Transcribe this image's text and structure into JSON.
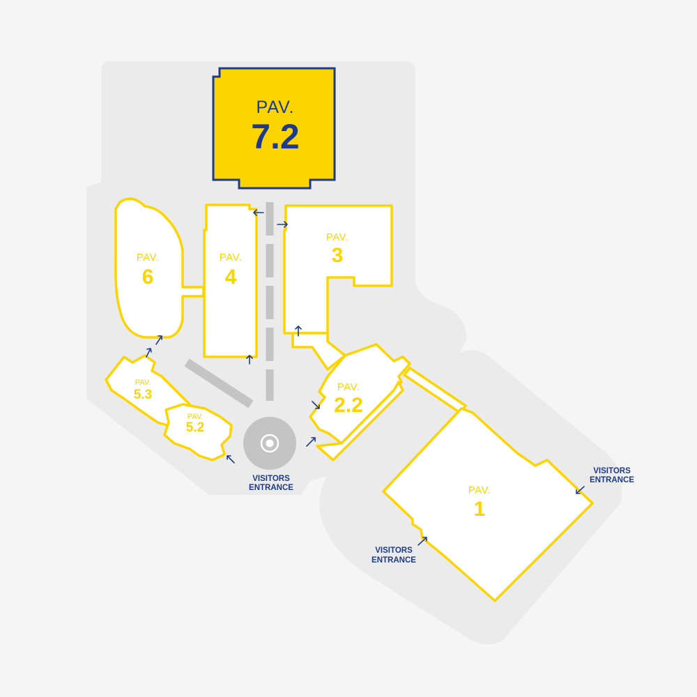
{
  "colors": {
    "background": "#f5f5f5",
    "ground": "#ebebeb",
    "path": "#c4c4c4",
    "highlight_fill": "#fcd500",
    "highlight_border": "#1e3a8a",
    "building_outline": "#fcd500",
    "text_blue": "#1e3a8a"
  },
  "pavilions": {
    "p72": {
      "prefix": "PAV.",
      "number": "7.2"
    },
    "p6": {
      "prefix": "PAV.",
      "number": "6"
    },
    "p4": {
      "prefix": "PAV.",
      "number": "4"
    },
    "p3": {
      "prefix": "PAV.",
      "number": "3"
    },
    "p53": {
      "prefix": "PAV.",
      "number": "5.3"
    },
    "p52": {
      "prefix": "PAV.",
      "number": "5.2"
    },
    "p22": {
      "prefix": "PAV.",
      "number": "2.2"
    },
    "p1": {
      "prefix": "PAV.",
      "number": "1"
    }
  },
  "entrances": {
    "center": {
      "line1": "VISITORS",
      "line2": "ENTRANCE"
    },
    "right": {
      "line1": "VISITORS",
      "line2": "ENTRANCE"
    },
    "bottom": {
      "line1": "VISITORS",
      "line2": "ENTRANCE"
    }
  },
  "icons": {
    "roundabout": "target-icon",
    "access": "arrow-icon"
  }
}
